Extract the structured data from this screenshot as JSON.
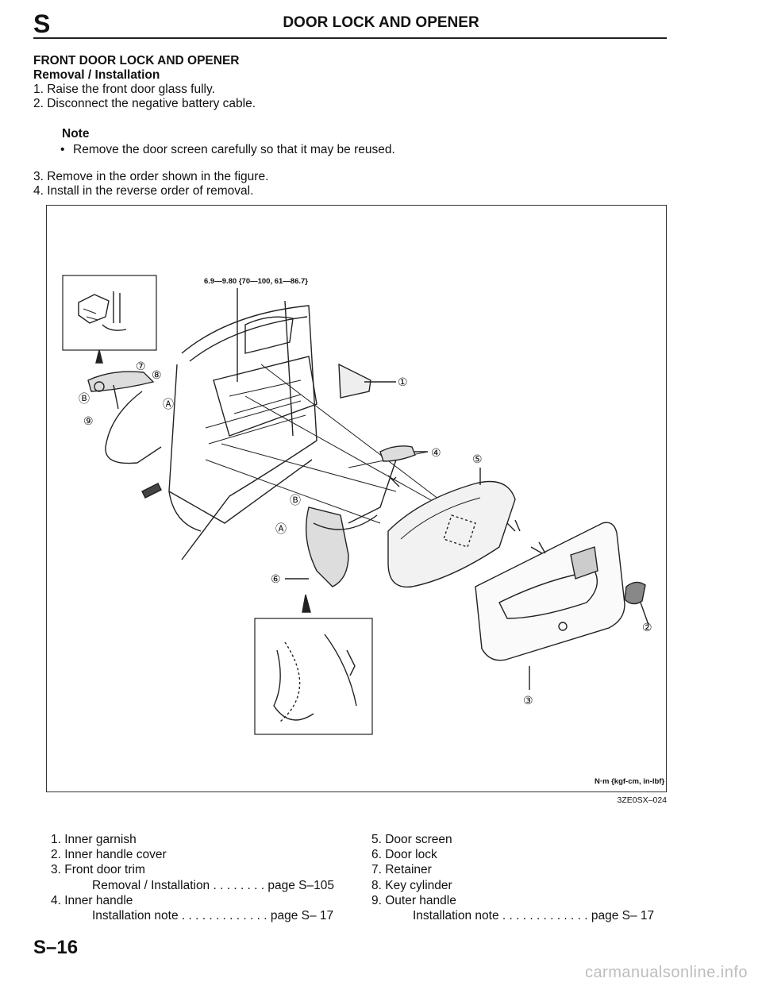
{
  "header": {
    "section_letter": "S",
    "title": "DOOR LOCK AND OPENER"
  },
  "section": {
    "heading": "FRONT DOOR LOCK AND OPENER",
    "subheading": "Removal / Installation",
    "steps": [
      "1. Raise the front door glass fully.",
      "2. Disconnect the negative battery cable."
    ],
    "note_label": "Note",
    "note_text": "Remove the door screen carefully so that it may be reused.",
    "steps2": [
      "3. Remove in the order shown in the figure.",
      "4. Install in the reverse order of removal."
    ]
  },
  "figure": {
    "torque": "6.9—9.80 {70—100, 61—86.7}",
    "units": "N·m {kgf-cm, in-lbf}",
    "code": "3ZE0SX–024",
    "callouts": [
      "①",
      "②",
      "③",
      "④",
      "⑤",
      "⑥",
      "⑦",
      "⑧",
      "⑨",
      "Ⓐ",
      "Ⓑ"
    ]
  },
  "legend": {
    "left": [
      "1.  Inner garnish",
      "2.  Inner handle cover",
      "3.  Front door trim",
      "Removal / Installation . . . . . . . . page S–105",
      "4.  Inner handle",
      "Installation note . . . . . . . . . . . . . page S– 17"
    ],
    "right": [
      "5.  Door screen",
      "6.  Door lock",
      "7.  Retainer",
      "8.  Key cylinder",
      "9.  Outer handle",
      "Installation note . . . . . . . . . . . . . page S– 17"
    ]
  },
  "footer": {
    "page_number": "S–16",
    "watermark": "carmanualsonline.info"
  }
}
